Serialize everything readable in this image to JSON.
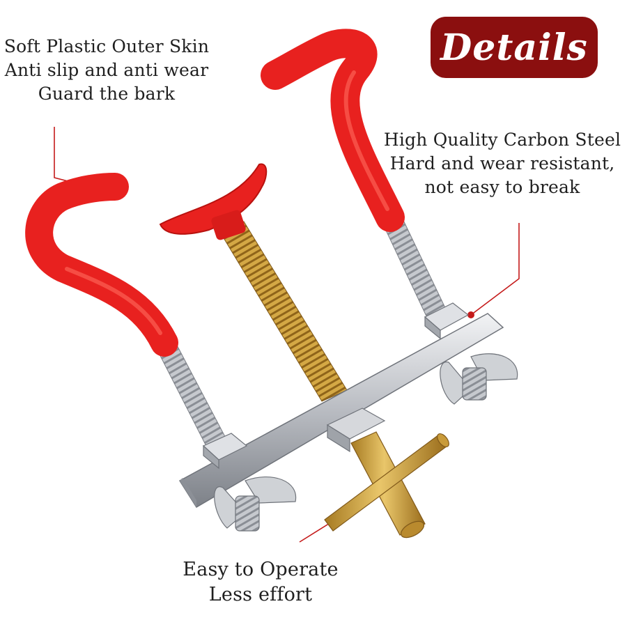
{
  "badge": {
    "label": "Details",
    "color": "#8b0f0f"
  },
  "callouts": {
    "plastic": {
      "lines": [
        "Soft Plastic Outer Skin",
        "Anti slip and anti wear",
        "Guard the bark"
      ]
    },
    "steel": {
      "lines": [
        "High Quality Carbon Steel",
        "Hard and wear resistant,",
        "not easy to break"
      ]
    },
    "operate": {
      "lines": [
        "Easy to Operate",
        "Less effort"
      ]
    }
  },
  "colors": {
    "hook_red": "#e8211f",
    "steel": "#c9ccd1",
    "brass": "#c99b3a",
    "leader": "#c51a1a"
  }
}
